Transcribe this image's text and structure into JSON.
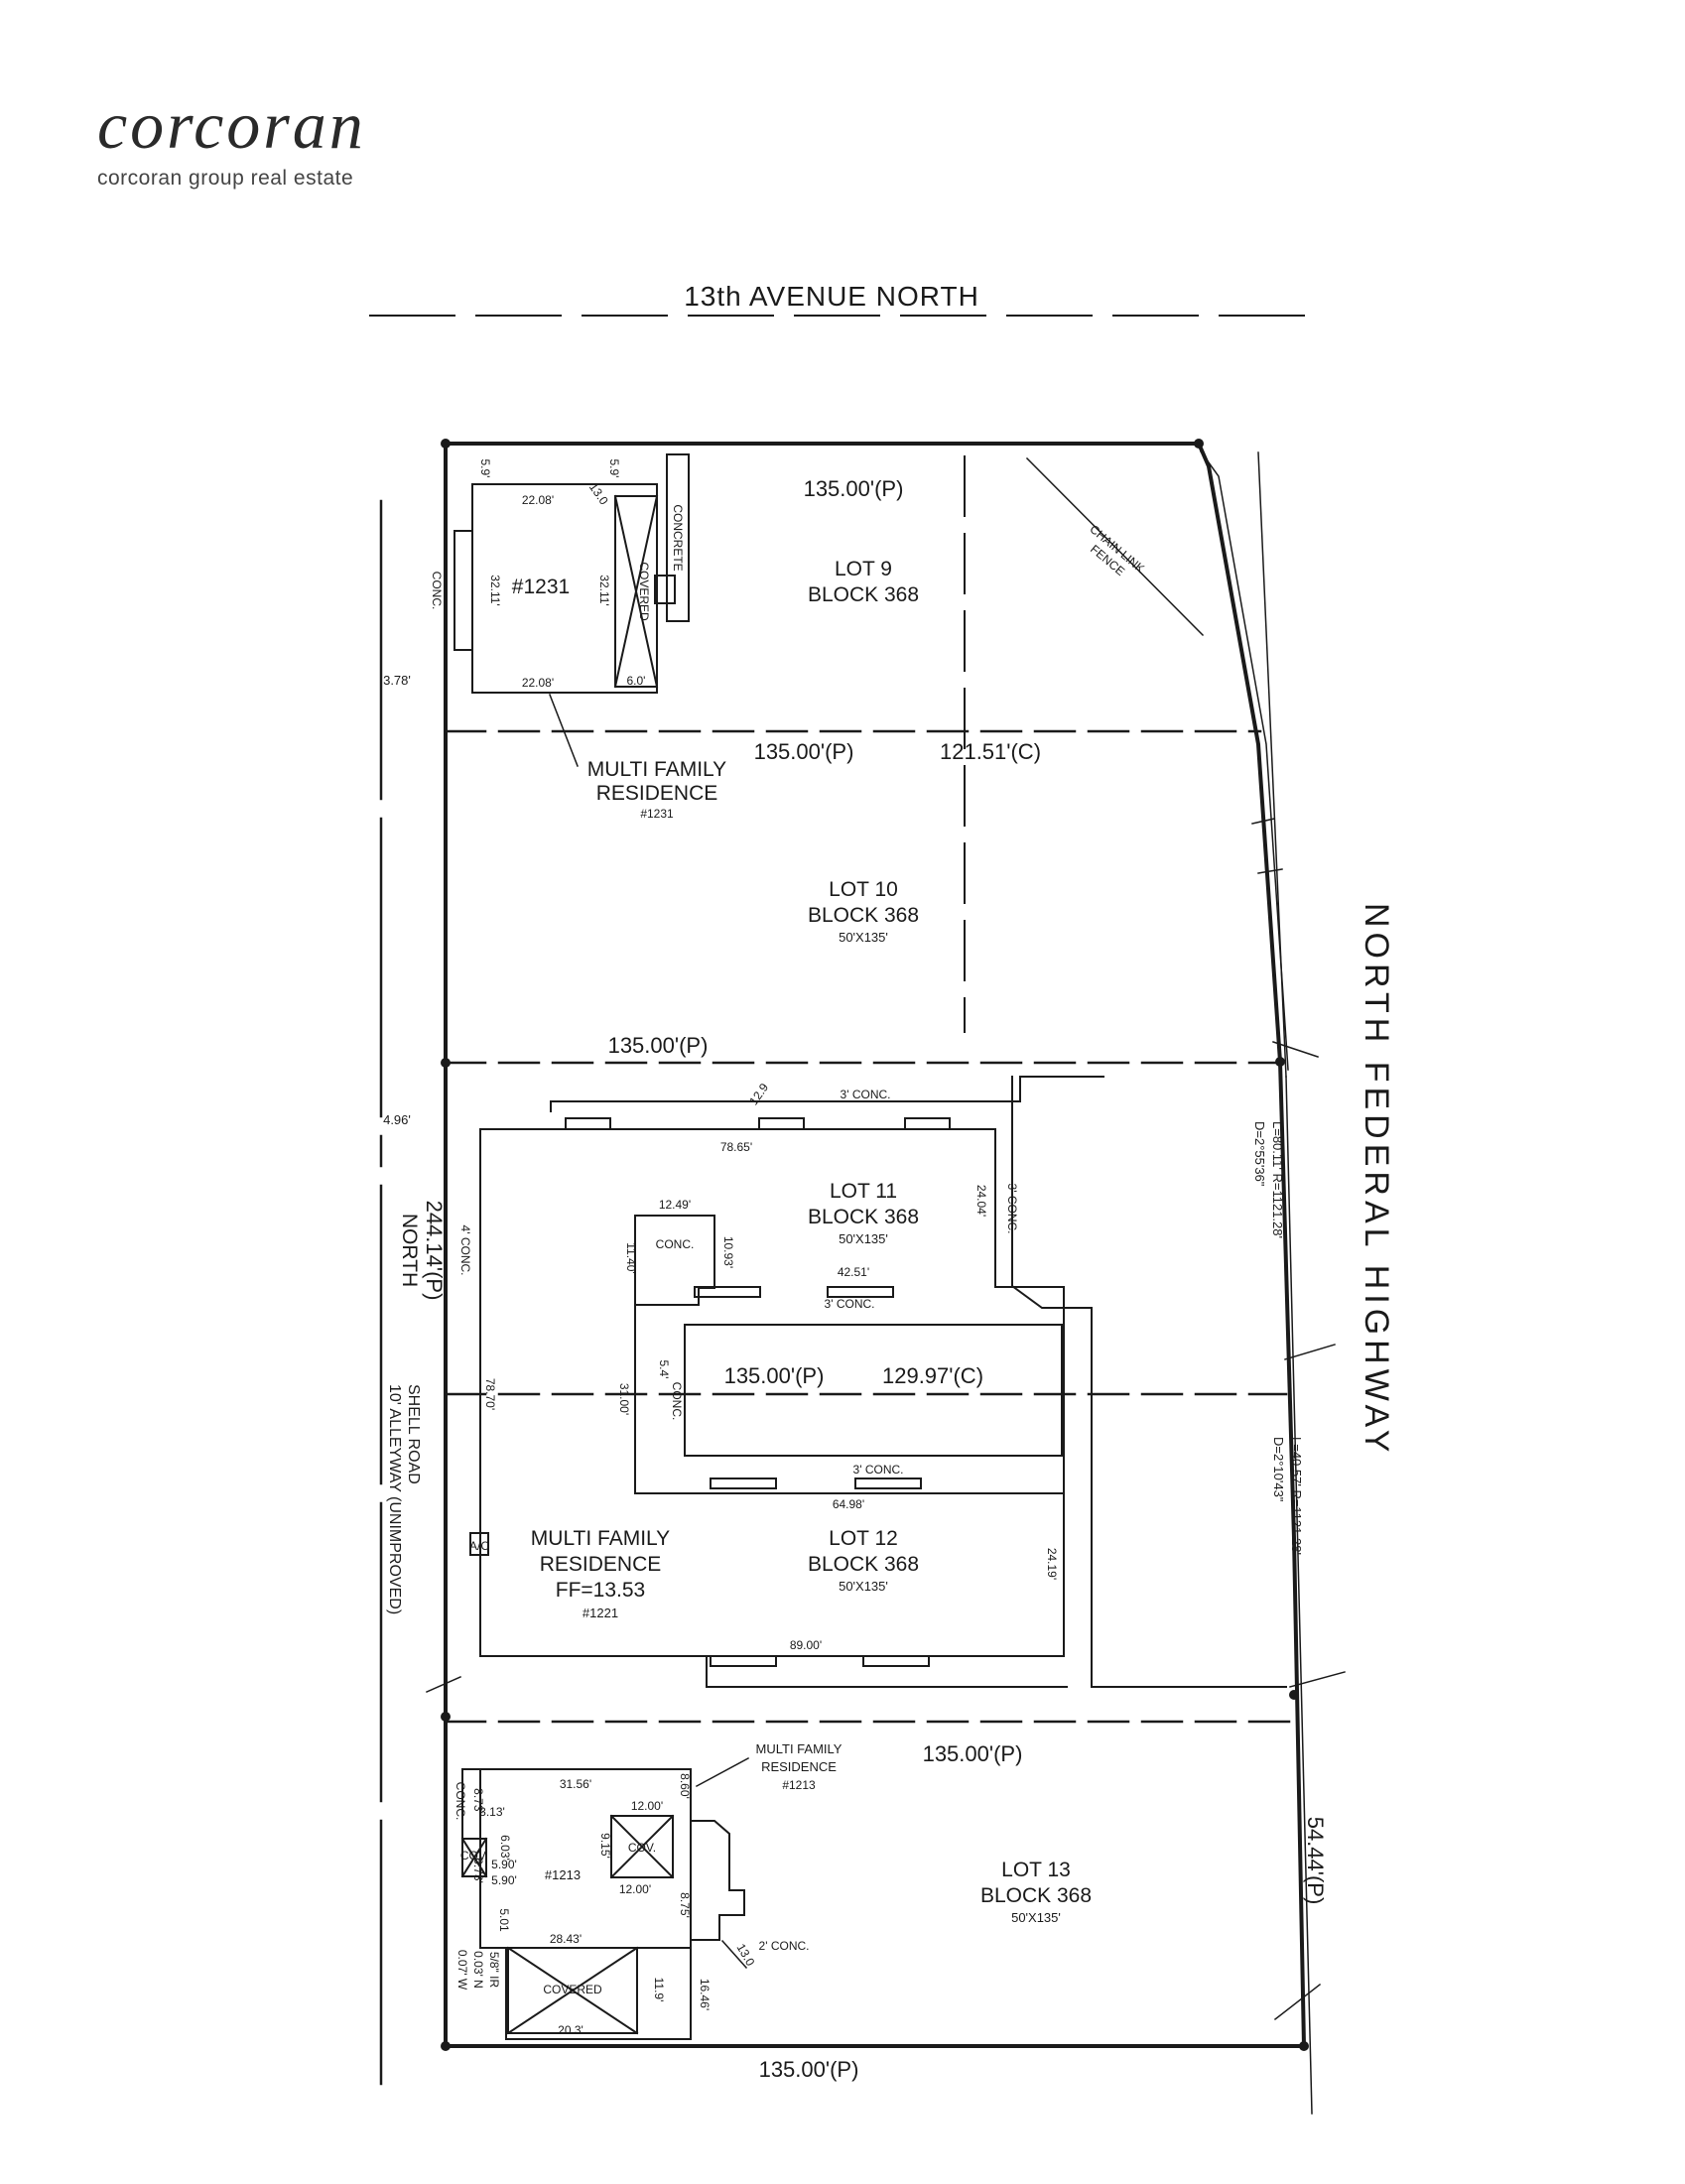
{
  "brand": {
    "logo_text": "corcoran",
    "tagline": "corcoran group real estate"
  },
  "streets": {
    "top": "13th AVENUE NORTH",
    "right": "NORTH FEDERAL HIGHWAY",
    "alley_line1": "10' ALLEYWAY (UNIMPROVED)",
    "alley_line2": "SHELL ROAD"
  },
  "lots": [
    {
      "lot": "LOT 9",
      "block": "BLOCK 368",
      "size": ""
    },
    {
      "lot": "LOT 10",
      "block": "BLOCK 368",
      "size": "50'X135'"
    },
    {
      "lot": "LOT 11",
      "block": "BLOCK 368",
      "size": "50'X135'"
    },
    {
      "lot": "LOT 12",
      "block": "BLOCK 368",
      "size": "50'X135'"
    },
    {
      "lot": "LOT 13",
      "block": "BLOCK 368",
      "size": "50'X135'"
    }
  ],
  "lot_lines": {
    "top": "135.00'(P)",
    "l9_l10_p": "135.00'(P)",
    "l9_l10_c": "121.51'(C)",
    "l10_l11": "135.00'(P)",
    "l11_l12_p": "135.00'(P)",
    "l11_l12_c": "129.97'(C)",
    "l12_l13": "135.00'(P)",
    "bottom": "135.00'(P)",
    "west_total": "244.14'(P)",
    "west_dir": "NORTH",
    "east_lot13": "54.44'(P)",
    "west_offset_1": "3.78'",
    "west_offset_2": "4.96'"
  },
  "curves": {
    "c1_line1": "L=80.11' R=1121.28'",
    "c1_line2": "D=2°55'36\"",
    "c2_line1": "L=40.57' R=1121.28'",
    "c2_line2": "D=2°10'43\""
  },
  "fence": {
    "line1": "CHAIN LINK",
    "line2": "FENCE"
  },
  "building_1231": {
    "number": "#1231",
    "label1": "MULTI FAMILY",
    "label2": "RESIDENCE",
    "label3": "#1231",
    "dim_top": "22.08'",
    "dim_bottom": "22.08'",
    "dim_left": "32.11'",
    "dim_right": "32.11'",
    "covered": "COVERED",
    "concrete": "CONCRETE",
    "conc": "CONC.",
    "dim_6": "6.0'",
    "dim_13": "13.0",
    "dim_59a": "5.9'",
    "dim_59b": "5.9'"
  },
  "building_1221": {
    "label1": "MULTI FAMILY",
    "label2": "RESIDENCE",
    "ff": "FF=13.53",
    "number": "#1221",
    "ac": "A/C",
    "dim_7865": "78.65'",
    "dim_2404": "24.04'",
    "dim_1249": "12.49'",
    "dim_1140": "11.40'",
    "dim_1093": "10.93'",
    "dim_4251": "42.51'",
    "dim_3100": "31.00'",
    "dim_54": "5.4'",
    "dim_6498": "64.98'",
    "dim_2419": "24.19'",
    "dim_8900": "89.00'",
    "dim_7870": "78.70'",
    "dim_129": "12.9",
    "conc_3a": "3' CONC.",
    "conc_3b": "3' CONC.",
    "conc_3c": "3' CONC.",
    "conc_3v": "3' CONC.",
    "conc_4": "4' CONC.",
    "conc_box": "CONC.",
    "conc_v": "CONC."
  },
  "building_1213": {
    "label1": "MULTI FAMILY",
    "label2": "RESIDENCE",
    "label3": "#1213",
    "number": "#1213",
    "dim_3156": "31.56'",
    "dim_860": "8.60'",
    "dim_1200a": "12.00'",
    "dim_1200b": "12.00'",
    "dim_915": "9.15'",
    "dim_875": "8.75'",
    "dim_2843": "28.43'",
    "dim_203": "20.3'",
    "dim_119": "11.9'",
    "dim_1646": "16.46'",
    "dim_130": "13.0",
    "dim_313": "3.13'",
    "dim_603": "6.03'",
    "dim_590a": "5.90'",
    "dim_590b": "5.90'",
    "dim_501": "5.01",
    "dim_873a": "8.73'",
    "dim_873b": "6.73'",
    "cov1": "COV.",
    "cov2": "COV.",
    "covered": "COVERED",
    "conc": "CONC.",
    "conc_2": "2' CONC.",
    "ir": "5/8\" IR",
    "ir_n": "0.03' N",
    "ir_w": "0.07' W"
  }
}
